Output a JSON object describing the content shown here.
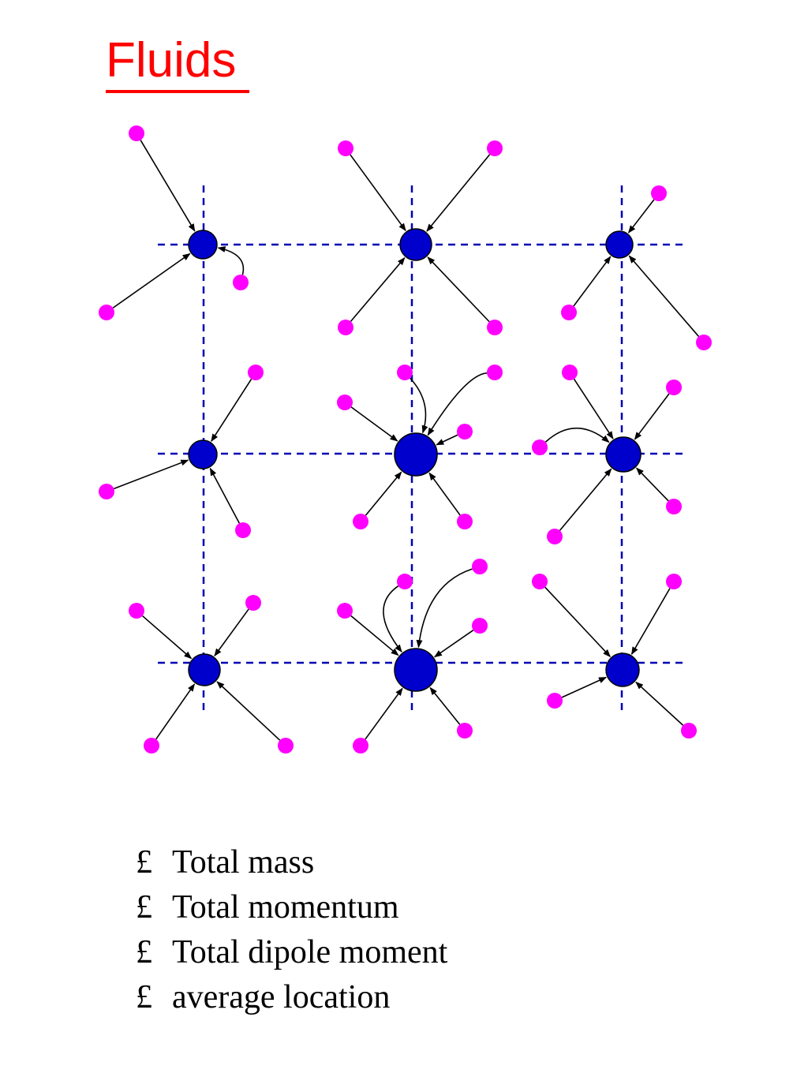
{
  "title": "Fluids",
  "bullet_symbol": "£",
  "bullets": [
    "Total mass",
    "Total momentum",
    "Total dipole moment",
    "average location"
  ],
  "colors": {
    "title": "#ff0000",
    "grid_line": "#0000b4",
    "cell_node": "#0000cc",
    "particle": "#ff00ff",
    "arrow": "#000000"
  }
}
